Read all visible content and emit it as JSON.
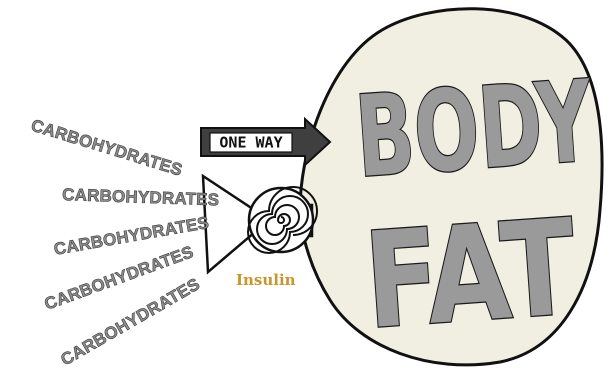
{
  "diagram": {
    "carbohydrate_labels": [
      "CARBOHYDRATES",
      "CARBOHYDRATES",
      "CARBOHYDRATES",
      "CARBOHYDRATES",
      "CARBOHYDRATES"
    ],
    "sign_label": "ONE WAY",
    "valve_label": "Insulin",
    "body_label": "BODY",
    "fat_label": "FAT"
  },
  "colors": {
    "insulin_text": "#c8962a",
    "bubble_fill": "#f1eee2",
    "letters_fill": "#9a9a9a",
    "outline": "#111111"
  }
}
